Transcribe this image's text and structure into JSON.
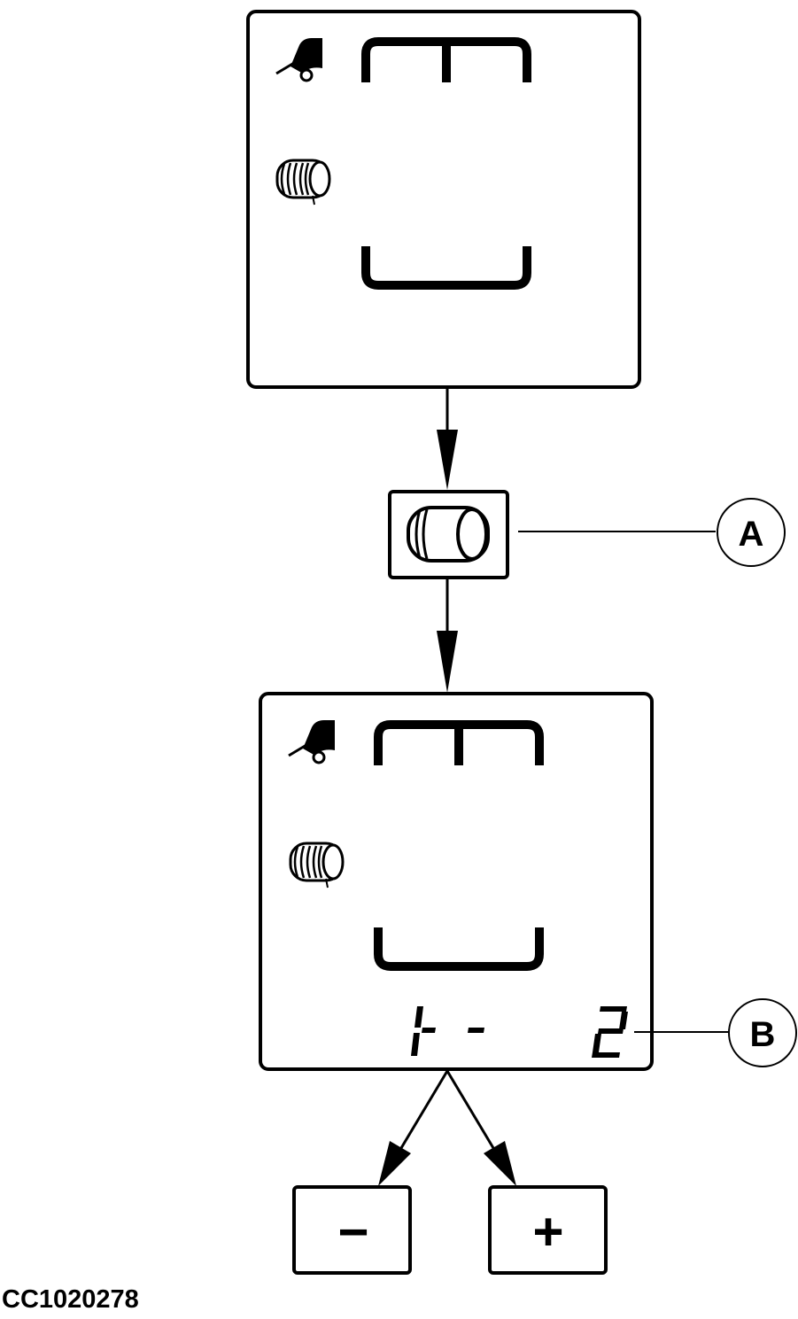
{
  "callouts": {
    "a": "A",
    "b": "B"
  },
  "buttons": {
    "minus": "−",
    "plus": "+"
  },
  "figure_id": "CC1020278",
  "colors": {
    "ink": "#000000",
    "paper": "#ffffff"
  }
}
